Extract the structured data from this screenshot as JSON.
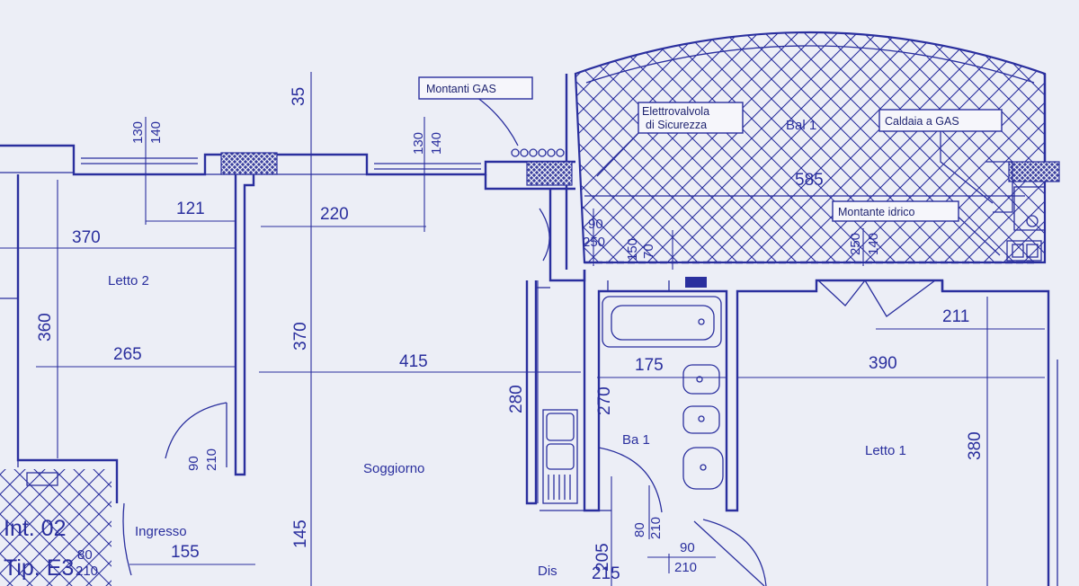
{
  "rooms": {
    "letto2": "Letto 2",
    "soggiorno": "Soggiorno",
    "ingresso": "Ingresso",
    "bagno": "Ba 1",
    "letto1": "Letto 1",
    "dis": "Dis",
    "balcone": "Bal 1"
  },
  "callouts": {
    "montanti_gas": "Montanti GAS",
    "elettrovalvola_1": "Elettrovalvola",
    "elettrovalvola_2": "di Sicurezza",
    "caldaia": "Caldaia a GAS",
    "montante_idrico": "Montante idrico"
  },
  "unit": {
    "int": "Int. 02",
    "tip": "Tip. E3"
  },
  "dimensions": {
    "d35": "35",
    "d121": "121",
    "d220": "220",
    "d370h": "370",
    "d360": "360",
    "d370v": "370",
    "d265": "265",
    "d415": "415",
    "d280": "280",
    "d270": "270",
    "d175": "175",
    "d390": "390",
    "d211": "211",
    "d380": "380",
    "d145": "145",
    "d155": "155",
    "d585": "585",
    "d205": "205",
    "d215": "215"
  },
  "openings": {
    "win1_top": "140",
    "win1_bot": "130",
    "win2_top": "140",
    "win2_bot": "130",
    "win3_top": "90",
    "win3_bot": "250",
    "win4_top": "70",
    "win4_bot": "150",
    "win5_top": "140",
    "win5_bot": "250",
    "door1_top": "90",
    "door1_bot": "210",
    "door2_top": "80",
    "door2_bot": "210",
    "door3_top": "90",
    "door3_bot": "210",
    "door4_top": "80",
    "door4_bot": "210"
  }
}
